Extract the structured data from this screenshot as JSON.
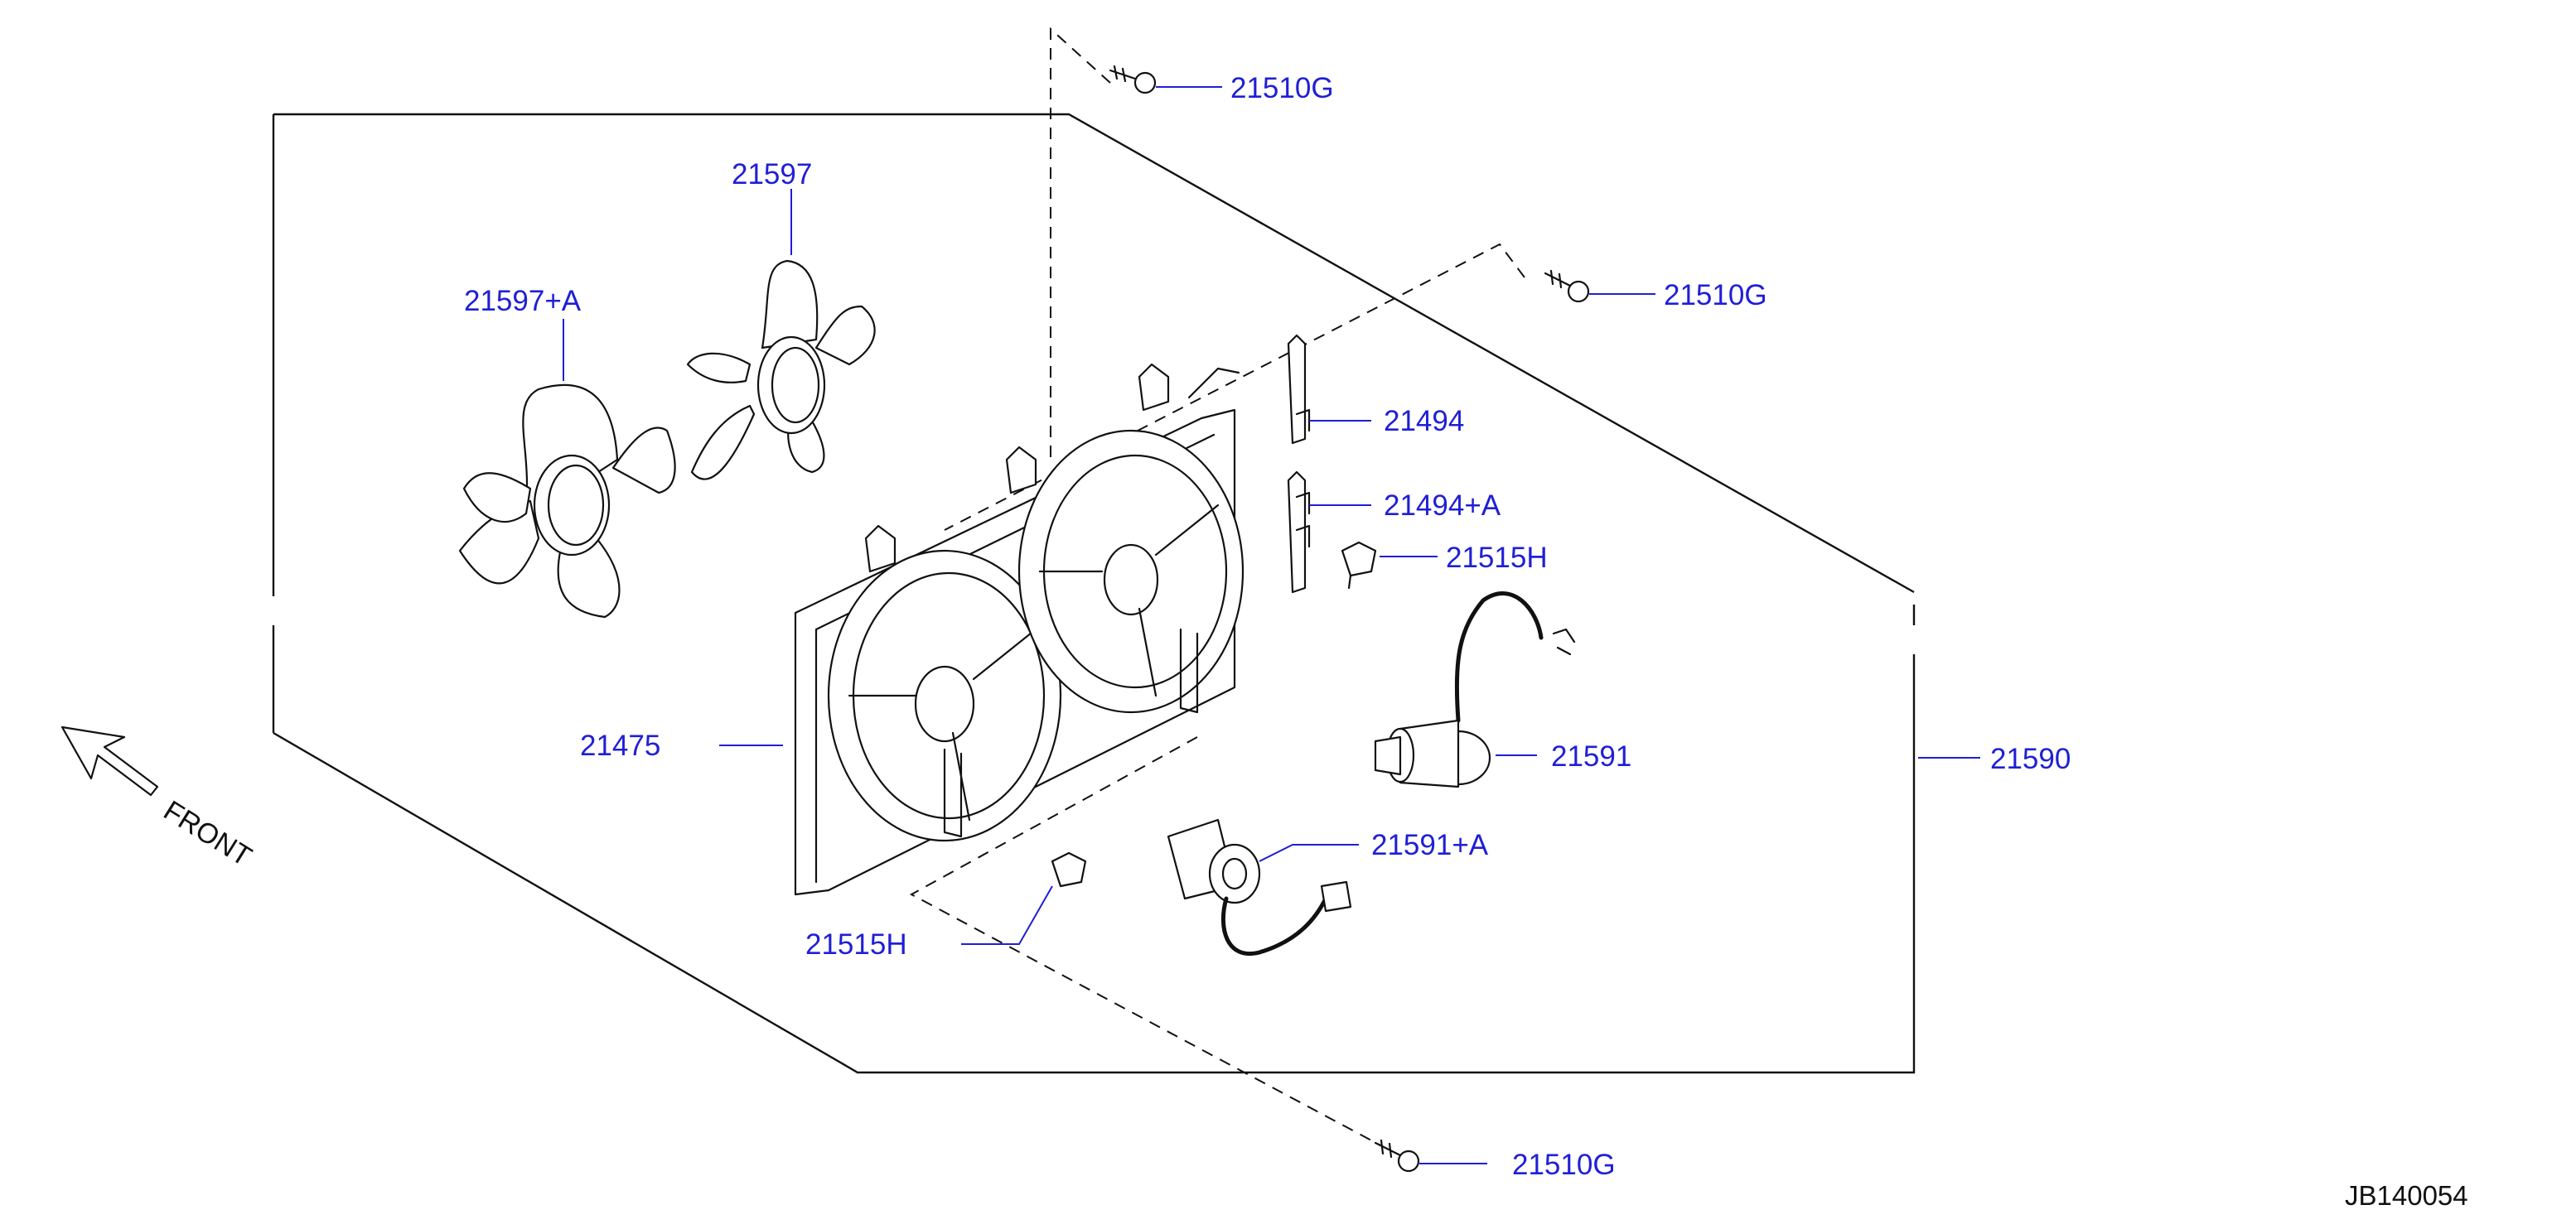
{
  "callouts": {
    "screw_top": "21510G",
    "screw_right": "21510G",
    "screw_bottom": "21510G",
    "fan_blade": "21597",
    "fan_blade_a": "21597+A",
    "bracket": "21494",
    "bracket_a": "21494+A",
    "clip_right": "21515H",
    "clip_left": "21515H",
    "motor": "21591",
    "motor_a": "21591+A",
    "shroud": "21475",
    "assembly": "21590"
  },
  "front_label": "FRONT",
  "reference_code": "JB140054",
  "colors": {
    "callout_text": "#1f1fd6",
    "drawing_lines": "#111111",
    "background": "#ffffff"
  },
  "icons": {
    "front_arrow": "front-arrow-icon"
  }
}
